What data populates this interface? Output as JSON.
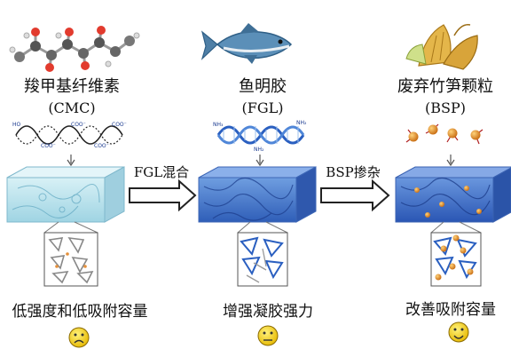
{
  "columns": [
    {
      "name": "羧甲基纤维素",
      "abbr": "(CMC)",
      "outcome": "低强度和低吸附容量",
      "face": "sad"
    },
    {
      "name": "鱼明胶",
      "abbr": "(FGL)",
      "outcome": "增强凝胶强力",
      "face": "neutral"
    },
    {
      "name": "废弃竹笋颗粒",
      "abbr": "(BSP)",
      "outcome": "改善吸附容量",
      "face": "happy"
    }
  ],
  "arrows": [
    {
      "label": "FGL混合"
    },
    {
      "label": "BSP掺杂"
    }
  ],
  "strand_labels": {
    "cmc": [
      "HO",
      "COO⁻",
      "COO⁻",
      "COO⁻",
      "COO⁻"
    ],
    "fgl": [
      "NH₃",
      "NH₂",
      "NH₂"
    ]
  },
  "colors": {
    "cmc_gel": "#bfe6ee",
    "fgl_gel": "#3f73c9",
    "bsp_gel": "#3a66c4",
    "strand_blue": "#2a5fc0",
    "particle": "#e0902a",
    "face": "#f4d300"
  }
}
